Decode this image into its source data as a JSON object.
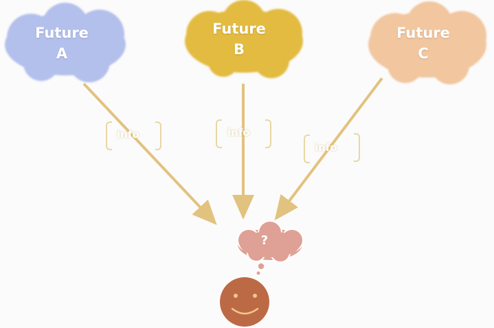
{
  "futures": [
    {
      "word": "Future",
      "letter": "A",
      "color": "#b4c0ec"
    },
    {
      "word": "Future",
      "letter": "B",
      "color": "#e3bb3f"
    },
    {
      "word": "Future",
      "letter": "C",
      "color": "#f2c69f"
    }
  ],
  "info_label": "info",
  "thought_text": "?",
  "colors": {
    "arrow": "#e2c27f",
    "thought_bubble": "#dfa195",
    "face": "#bc6a45",
    "face_features": "#f3c78a"
  }
}
